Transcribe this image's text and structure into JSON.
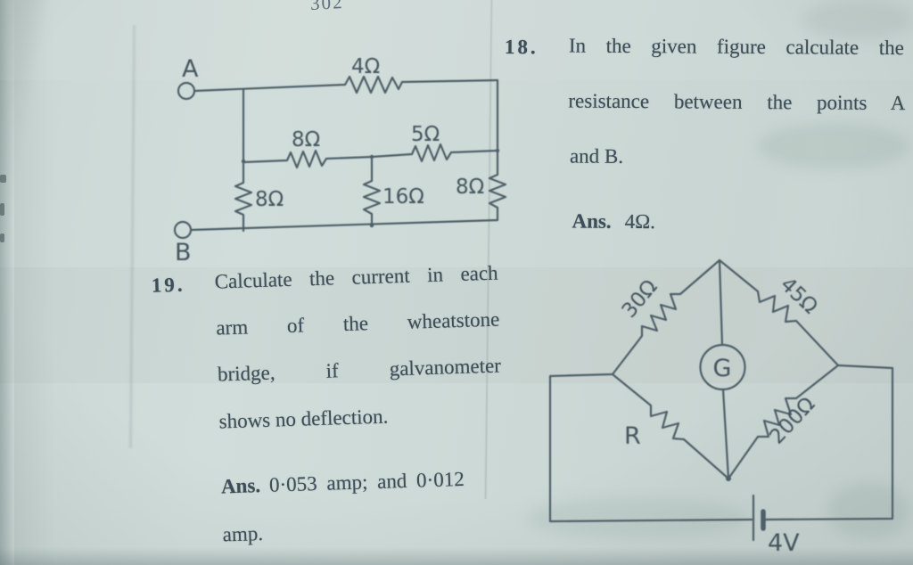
{
  "page": {
    "partial_page_number": "302",
    "colors": {
      "background": "#cdd9d6",
      "ink": "#4e5e67",
      "text": "#3d4e58"
    }
  },
  "problem18": {
    "number": "18.",
    "line1": "In the given figure calculate the",
    "line2": "resistance between the points A",
    "line3": "and B.",
    "ans_label": "Ans.",
    "ans_value": "4Ω."
  },
  "problem19": {
    "number": "19.",
    "line1": "Calculate the current in each",
    "line2": "arm of the wheatstone",
    "line3": "bridge, if galvanometer",
    "line4": "shows no deflection.",
    "ans_label": "Ans.",
    "ans_value_line1": "0·053 amp; and 0·012",
    "ans_value_line2": "amp."
  },
  "figure18": {
    "terminal_top": "A",
    "terminal_bottom": "B",
    "r_top": "4Ω",
    "r_mid_left": "8Ω",
    "r_mid_right": "5Ω",
    "r_shunt_left": "8Ω",
    "r_shunt_middle": "16Ω",
    "r_shunt_right": "8Ω"
  },
  "figure19": {
    "r_top_left": "30Ω",
    "r_top_right": "45Ω",
    "r_bottom_left": "R",
    "r_bottom_right": "200Ω",
    "galvanometer": "G",
    "battery": "4V"
  }
}
